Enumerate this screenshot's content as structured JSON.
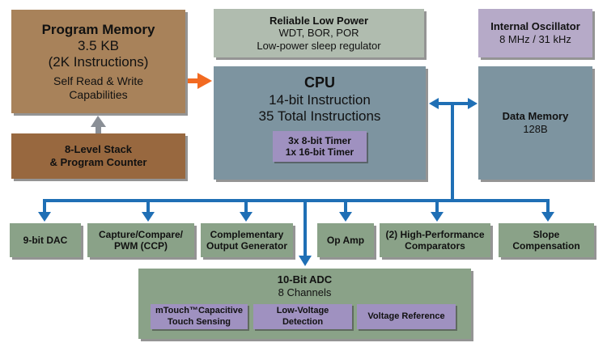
{
  "diagram": {
    "program_memory": {
      "title": "Program Memory",
      "size": "3.5 KB",
      "instructions": "(2K Instructions)",
      "line1": "Self Read & Write",
      "line2": "Capabilities"
    },
    "stack": {
      "line1": "8-Level Stack",
      "line2": "& Program Counter"
    },
    "low_power": {
      "title": "Reliable Low Power",
      "line1": "WDT, BOR, POR",
      "line2": "Low-power sleep regulator"
    },
    "oscillator": {
      "title": "Internal Oscillator",
      "line1": "8 MHz / 31 kHz"
    },
    "cpu": {
      "title": "CPU",
      "line1": "14-bit Instruction",
      "line2": "35 Total Instructions",
      "timers": {
        "line1": "3x 8-bit Timer",
        "line2": "1x 16-bit Timer"
      }
    },
    "data_memory": {
      "title": "Data Memory",
      "line1": "128B"
    },
    "peripherals": [
      {
        "line1": "9-bit DAC",
        "line2": ""
      },
      {
        "line1": "Capture/Compare/",
        "line2": "PWM (CCP)"
      },
      {
        "line1": "Complementary",
        "line2": "Output Generator"
      },
      {
        "line1": "Op Amp",
        "line2": ""
      },
      {
        "line1": "(2) High-Performance",
        "line2": "Comparators"
      },
      {
        "line1": "Slope",
        "line2": "Compensation"
      }
    ],
    "adc": {
      "title": "10-Bit ADC",
      "line1": "8 Channels",
      "sub": [
        {
          "line1": "mTouch™Capacitive",
          "line2": "Touch Sensing"
        },
        {
          "line1": "Low-Voltage",
          "line2": "Detection"
        },
        {
          "line1": "Voltage Reference",
          "line2": ""
        }
      ]
    },
    "colors": {
      "bus": "#1f6fb5",
      "arrow_orange": "#f26a21",
      "arrow_grey": "#8a8f96"
    }
  }
}
